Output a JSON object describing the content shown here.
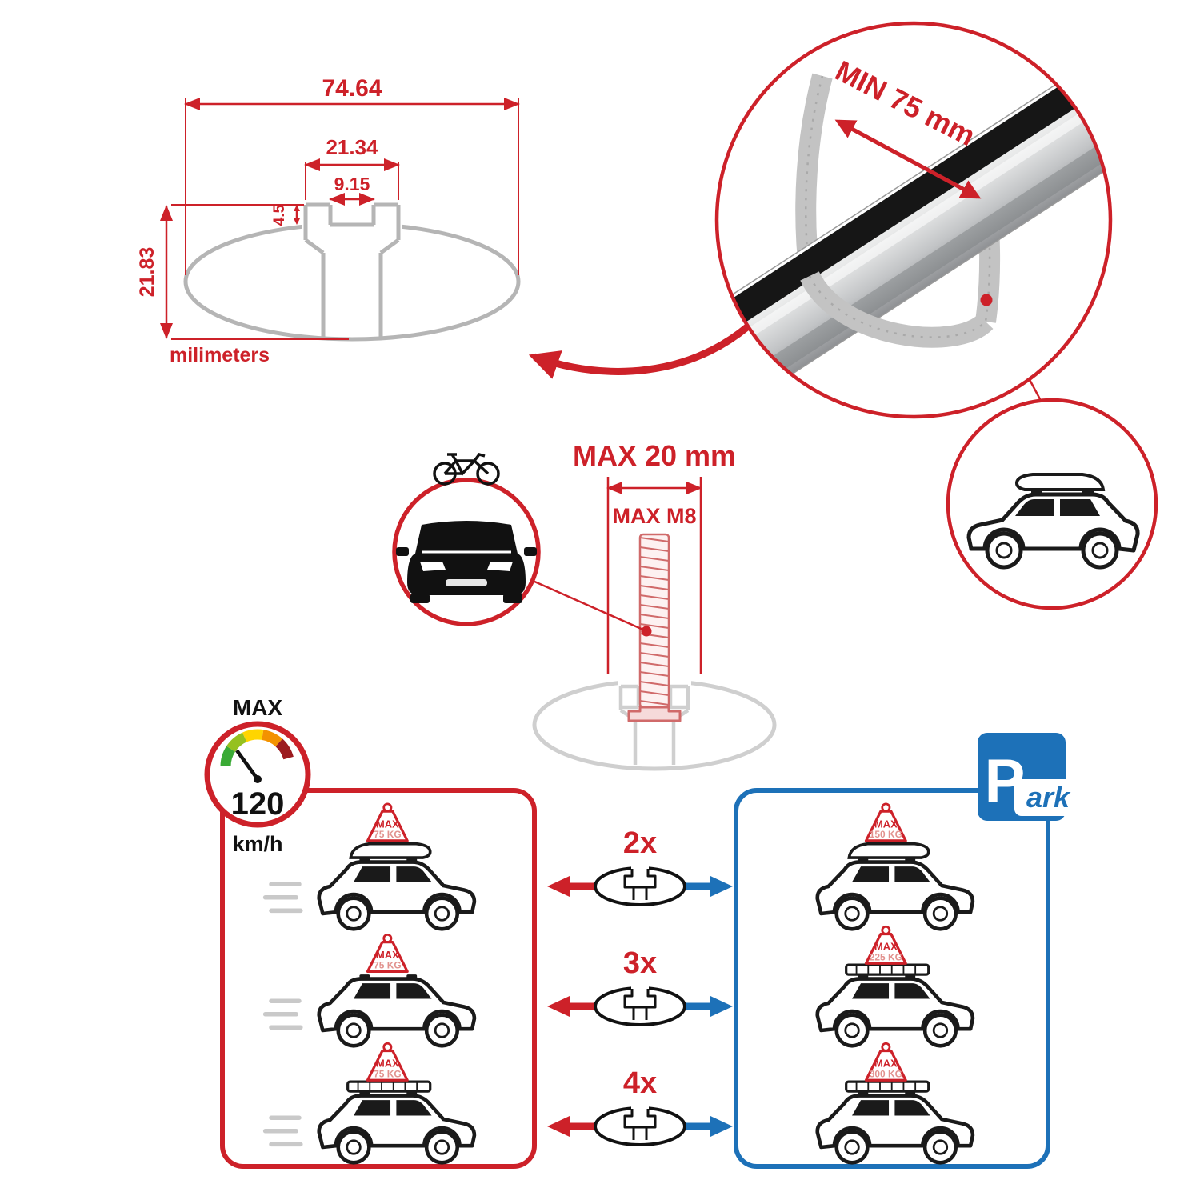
{
  "profile_dimensions": {
    "total_width": "74.64",
    "channel_outer_width": "21.34",
    "slot_width": "9.15",
    "lip_depth": "4.5",
    "total_height": "21.83",
    "units": "milimeters"
  },
  "clamp_detail": {
    "min_grip": "MIN 75 mm"
  },
  "bolt": {
    "max_width": "MAX 20 mm",
    "max_thread": "MAX M8"
  },
  "speed_limit": {
    "label": "MAX",
    "value": "120",
    "units": "km/h"
  },
  "parking": {
    "p": "P",
    "ark": "ark"
  },
  "bar_multipliers": [
    "2x",
    "3x",
    "4x"
  ],
  "driving_loads": [
    {
      "label": "MAX",
      "value": "75 KG"
    },
    {
      "label": "MAX",
      "value": "75 KG"
    },
    {
      "label": "MAX",
      "value": "75 KG"
    }
  ],
  "parked_loads": [
    {
      "label": "MAX",
      "value": "150 KG"
    },
    {
      "label": "MAX",
      "value": "225 KG"
    },
    {
      "label": "MAX",
      "value": "300 KG"
    }
  ],
  "icons": [
    "speedometer-gauge",
    "parking-sign",
    "bicycle",
    "car-front",
    "car-side",
    "suv-with-roof-box",
    "roof-box",
    "roof-basket",
    "crossbar-cross-section",
    "threaded-bolt",
    "clamp-strap"
  ],
  "colors": {
    "red": "#cd2129",
    "blue": "#1d71b8",
    "profile_gray": "#b5b5b5",
    "metal_dark": "#8e9093"
  }
}
